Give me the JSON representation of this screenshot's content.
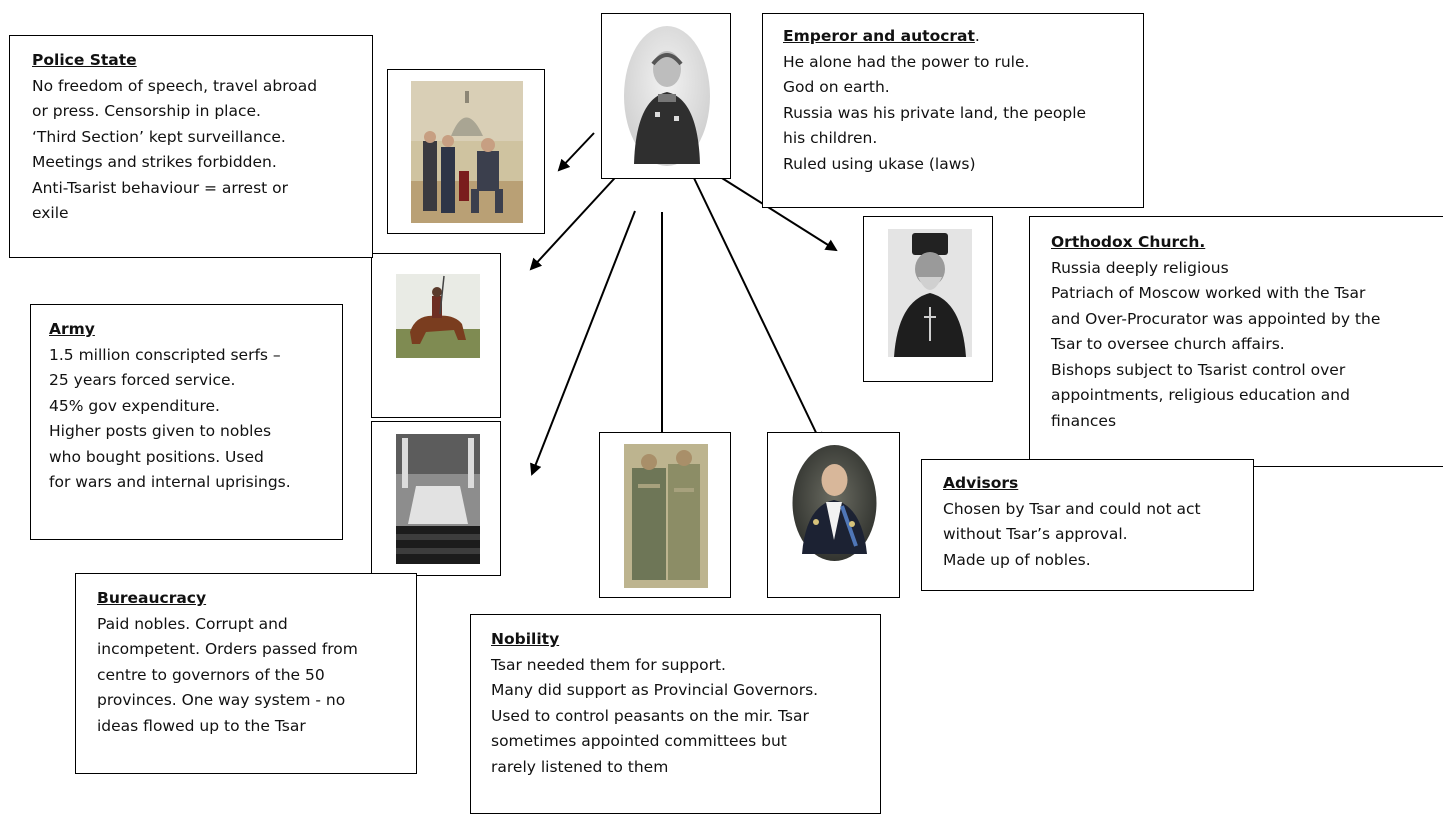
{
  "boxes": {
    "emperor": {
      "title": "Emperor and autocrat",
      "title_suffix": ".",
      "lines": [
        "He alone had the power to rule.",
        "God on earth.",
        "Russia was his private land, the people",
        "his children.",
        "Ruled using ukase (laws)"
      ]
    },
    "police": {
      "title": "Police State",
      "lines": [
        "No freedom of speech, travel abroad",
        "or press.  Censorship in place.",
        "‘Third Section’ kept surveillance.",
        "Meetings and strikes forbidden.",
        "Anti-Tsarist behaviour = arrest or",
        "exile"
      ]
    },
    "army": {
      "title": "Army",
      "lines": [
        "1.5 million conscripted serfs –",
        "25 years forced service.",
        "45% gov expenditure.",
        "Higher posts given to nobles",
        "who bought positions.  Used",
        "for wars and internal uprisings."
      ]
    },
    "church": {
      "title": "Orthodox Church.",
      "lines": [
        "Russia deeply religious",
        "Patriach of Moscow worked with the Tsar",
        "and Over-Procurator was appointed by the",
        "Tsar to oversee church affairs.",
        "Bishops subject to Tsarist control over",
        "appointments, religious education and",
        "finances"
      ]
    },
    "advisors": {
      "title": "Advisors",
      "lines": [
        "Chosen by Tsar and could not act",
        "without Tsar’s approval.",
        "Made up of nobles."
      ]
    },
    "bureaucracy": {
      "title": "Bureaucracy",
      "lines": [
        "Paid nobles.  Corrupt and",
        "incompetent.  Orders passed from",
        "centre to governors of the 50",
        "provinces.  One way system - no",
        "ideas flowed up to the Tsar"
      ]
    },
    "nobility": {
      "title": "Nobility",
      "lines": [
        "Tsar needed them for support.",
        "Many did support as Provincial Governors.",
        "Used to control peasants on the mir.  Tsar",
        "sometimes appointed committees but",
        "rarely listened to them"
      ]
    }
  },
  "pictures": {
    "tsar": "portrait-of-tsar",
    "police": "police-scene-picture",
    "army": "cossack-rider-picture",
    "church": "orthodox-priest-portrait",
    "bureaucracy": "assembly-hall-picture",
    "nobility": "boyars-picture",
    "advisors": "advisor-portrait"
  }
}
